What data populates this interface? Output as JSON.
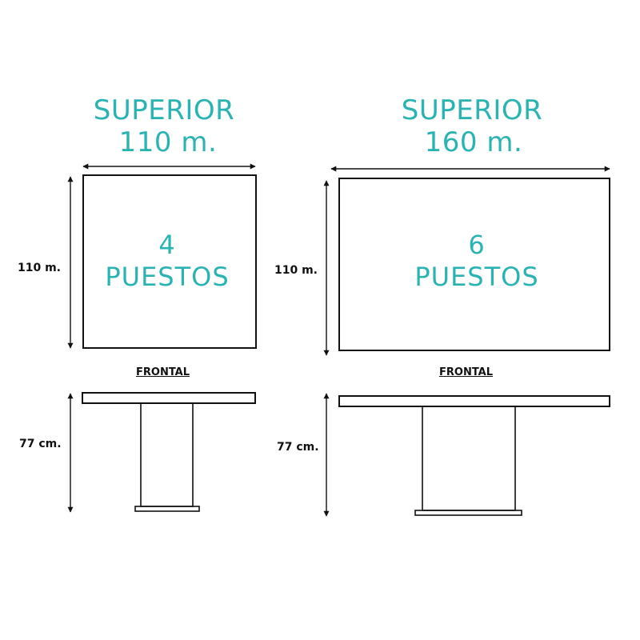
{
  "colors": {
    "accent": "#2ab3b3",
    "line": "#111111",
    "background": "#ffffff"
  },
  "tables": [
    {
      "top_view": {
        "title": "SUPERIOR",
        "width_label": "110 m.",
        "height_label": "110 m.",
        "seats_number": "4",
        "seats_word": "PUESTOS"
      },
      "front_view": {
        "label": "FRONTAL",
        "height_label": "77 cm."
      }
    },
    {
      "top_view": {
        "title": "SUPERIOR",
        "width_label": "160 m.",
        "height_label": "110 m.",
        "seats_number": "6",
        "seats_word": "PUESTOS"
      },
      "front_view": {
        "label": "FRONTAL",
        "height_label": "77 cm."
      }
    }
  ]
}
